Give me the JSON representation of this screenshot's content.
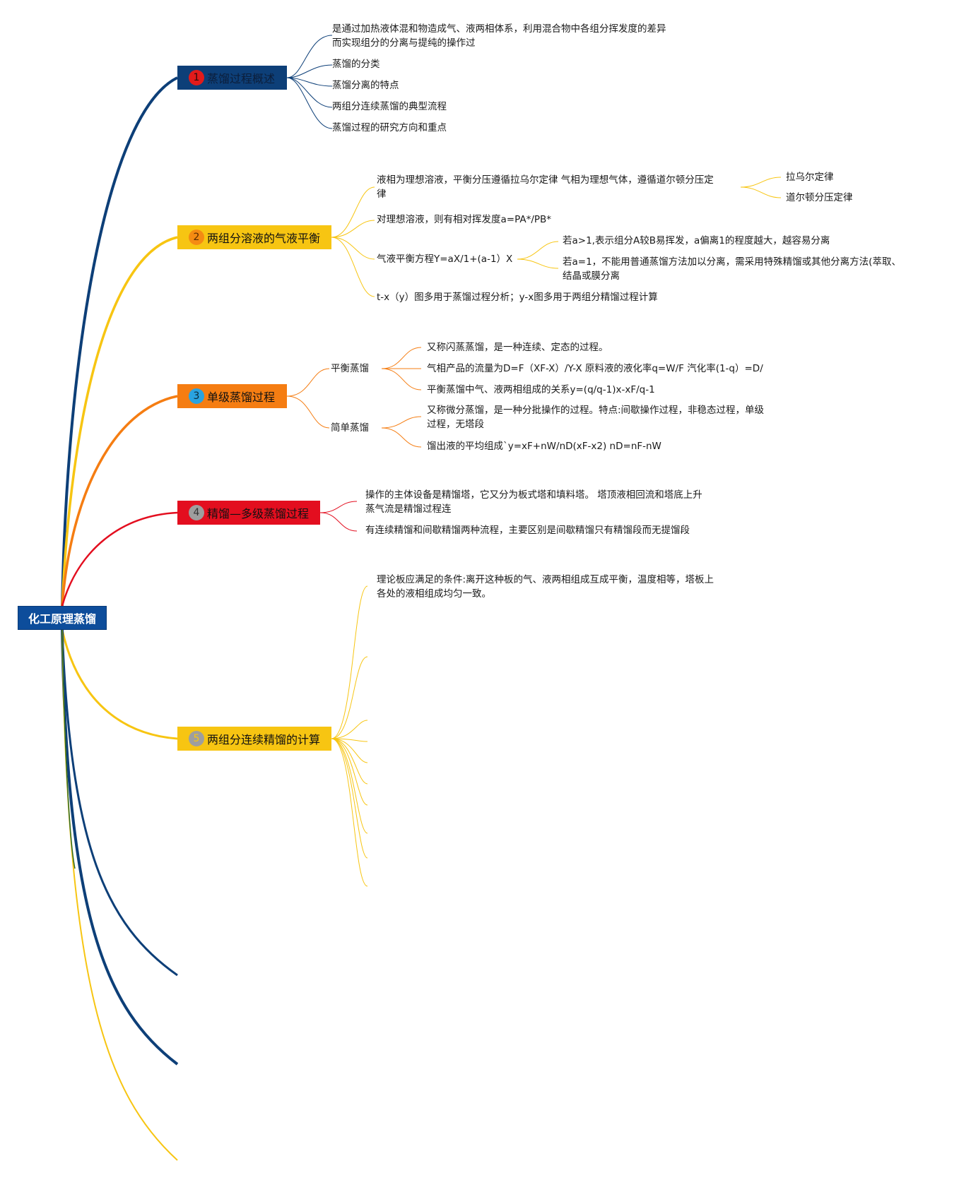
{
  "root": "化工原理蒸馏",
  "branches": [
    {
      "num": "1",
      "label": "蒸馏过程概述",
      "badge_color": "#e21b1b",
      "leaves": [
        "是通过加热液体混和物造成气、液两相体系，利用混合物中各组分挥发度的差异",
        "而实现组分的分离与提纯的操作过",
        "蒸馏的分类",
        "蒸馏分离的特点",
        "两组分连续蒸馏的典型流程",
        "蒸馏过程的研究方向和重点"
      ]
    },
    {
      "num": "2",
      "label": "两组分溶液的气液平衡",
      "badge_color": "#f58b12",
      "leaves": [
        "液相为理想溶液，平衡分压遵循拉乌尔定律 气相为理想气体，遵循道尔顿分压定",
        "律",
        "对理想溶液，则有相对挥发度a=PA*/PB*",
        "气液平衡方程Y=aX/1+(a-1）X",
        "t-x（y）图多用于蒸馏过程分析；y-x图多用于两组分精馏过程计算"
      ],
      "sub_laws": [
        "拉乌尔定律",
        "道尔顿分压定律"
      ],
      "sub_alpha": [
        "若a>1,表示组分A较B易挥发，a偏离1的程度越大，越容易分离",
        "若a=1，不能用普通蒸馏方法加以分离，需采用特殊精馏或其他分离方法(萃取、",
        "结晶或膜分离"
      ]
    },
    {
      "num": "3",
      "label": "单级蒸馏过程",
      "badge_color": "#2aa3e0",
      "groups": [
        {
          "label": "平衡蒸馏",
          "items": [
            "又称闪蒸蒸馏，是一种连续、定态的过程。",
            "气相产品的流量为D=F（XF-X）/Y-X 原料液的液化率q=W/F 汽化率(1-q）=D/",
            "平衡蒸馏中气、液两相组成的关系y=(q/q-1)x-xF/q-1"
          ]
        },
        {
          "label": "简单蒸馏",
          "items": [
            "又称微分蒸馏，是一种分批操作的过程。特点:间歇操作过程，非稳态过程，单级",
            "过程，无塔段",
            "馏出液的平均组成`y=xF+nW/nD(xF-x2) nD=nF-nW"
          ]
        }
      ]
    },
    {
      "num": "4",
      "label": "精馏—多级蒸馏过程",
      "badge_color": "#9e9e9e",
      "leaves": [
        "操作的主体设备是精馏塔，它又分为板式塔和填料塔。 塔顶液相回流和塔底上升",
        "蒸气流是精馏过程连",
        "有连续精馏和间歇精馏两种流程，主要区别是间歇精馏只有精馏段而无提馏段"
      ]
    },
    {
      "num": "5",
      "label": "两组分连续精馏的计算",
      "badge_color": "#9e9e9e",
      "leaves": [
        "理论板应满足的条件:离开这种板的气、液两相组成互成平衡，温度相等，塔板上",
        "各处的液相组成均匀一致。"
      ]
    }
  ],
  "colors": {
    "navy": "#0d3f78",
    "yellow": "#f7c512",
    "orange": "#f57d12",
    "red": "#e30e1f",
    "root": "#0d4d9b"
  }
}
